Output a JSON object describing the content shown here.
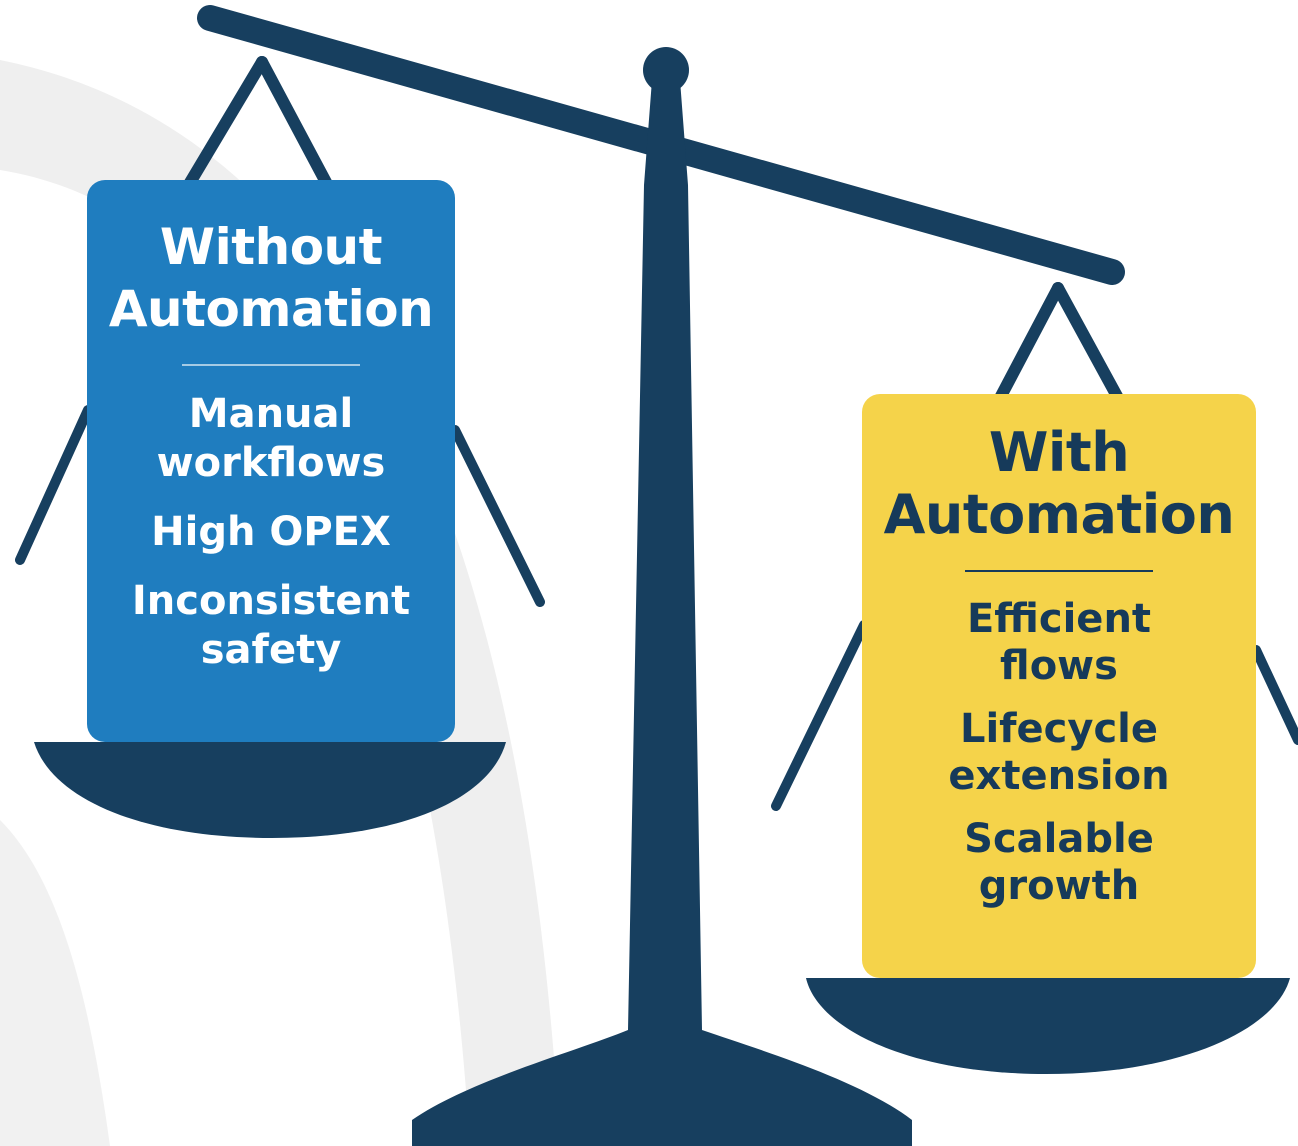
{
  "left_card": {
    "title_line1": "Without",
    "title_line2": "Automation",
    "items": [
      {
        "line1": "Manual",
        "line2": "workflows"
      },
      {
        "line1": "High OPEX",
        "line2": ""
      },
      {
        "line1": "Inconsistent",
        "line2": "safety"
      }
    ],
    "color": "#1f7dbf"
  },
  "right_card": {
    "title_line1": "With",
    "title_line2": "Automation",
    "items": [
      {
        "line1": "Efficient",
        "line2": "flows"
      },
      {
        "line1": "Lifecycle",
        "line2": "extension"
      },
      {
        "line1": "Scalable",
        "line2": "growth"
      }
    ],
    "color": "#f5d34a"
  },
  "colors": {
    "scale": "#173f5f",
    "background_arc": "#ececec"
  },
  "icons": [
    "balance-scale-icon"
  ]
}
